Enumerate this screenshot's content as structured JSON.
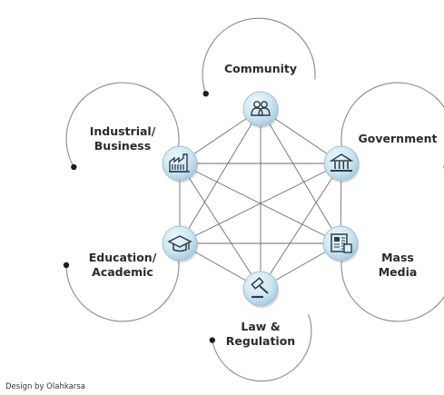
{
  "diagram": {
    "credit": "Design by Olahkarsa",
    "nodes": [
      {
        "id": "community",
        "lines": [
          "Community"
        ],
        "icon": "people-icon"
      },
      {
        "id": "government",
        "lines": [
          "Government"
        ],
        "icon": "government-building-icon"
      },
      {
        "id": "mass-media",
        "lines": [
          "Mass",
          "Media"
        ],
        "icon": "newspaper-icon"
      },
      {
        "id": "law",
        "lines": [
          "Law &",
          "Regulation"
        ],
        "icon": "gavel-icon"
      },
      {
        "id": "education",
        "lines": [
          "Education/",
          "Academic"
        ],
        "icon": "graduation-cap-icon"
      },
      {
        "id": "industrial",
        "lines": [
          "Industrial/",
          "Business"
        ],
        "icon": "factory-icon"
      }
    ],
    "colors": {
      "node_fill": "#cfe6f2",
      "node_edge": "#9cc2d6",
      "icon": "#2d3e4a",
      "network_line": "#6e6e6e",
      "arc_line": "#8a8a8a",
      "text": "#2b2b2b"
    }
  }
}
